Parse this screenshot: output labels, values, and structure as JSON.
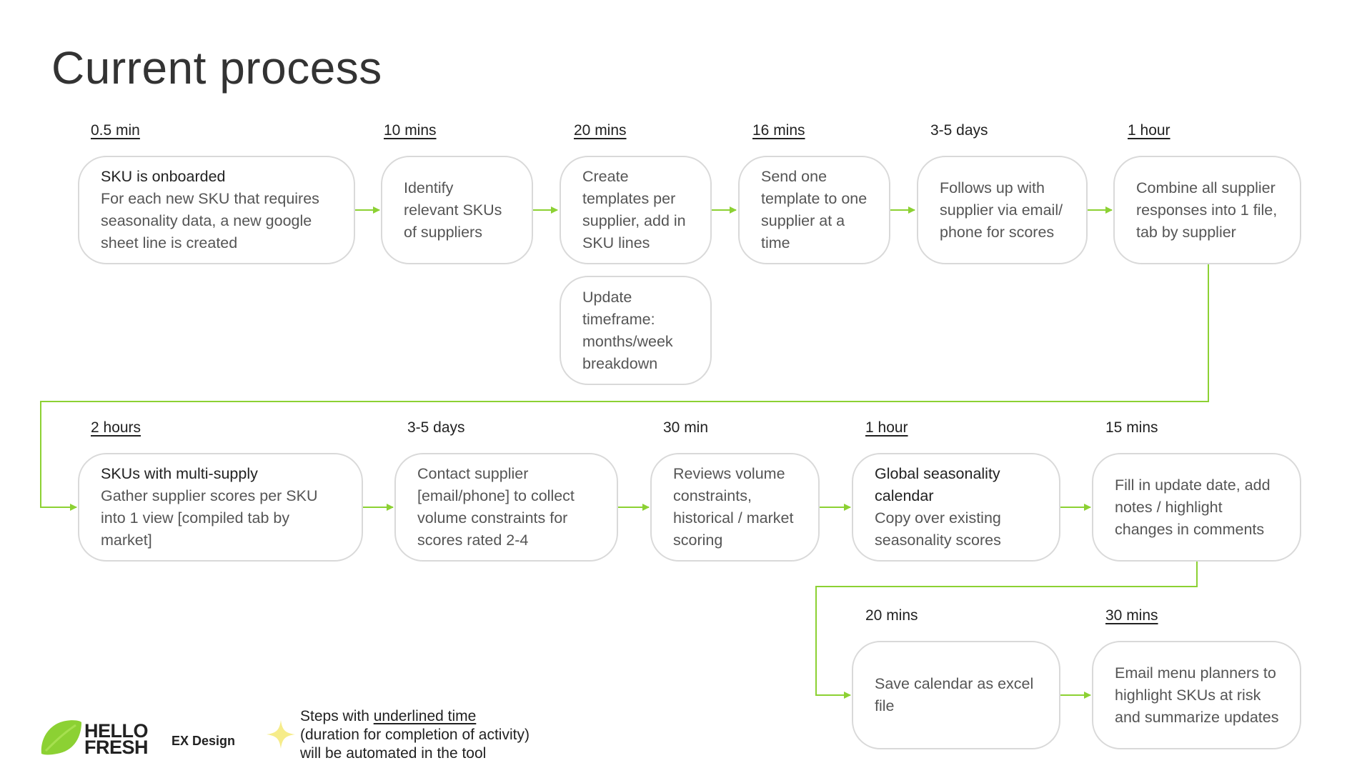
{
  "title": "Current process",
  "row1": [
    {
      "time": "0.5 min",
      "head": "SKU is onboarded",
      "body": "For each new SKU that requires seasonality data, a new google sheet line is created"
    },
    {
      "time": "10 mins",
      "head": "",
      "body": "Identify relevant SKUs of suppliers"
    },
    {
      "time": "20 mins",
      "head": "",
      "body": "Create templates per supplier, add in SKU lines"
    },
    {
      "time": "16 mins",
      "head": "",
      "body": "Send one template to one supplier at a time"
    },
    {
      "time": "3-5 days",
      "head": "",
      "body": "Follows up with supplier via email/ phone for scores"
    },
    {
      "time": "1 hour",
      "head": "",
      "body": "Combine all supplier responses into 1 file, tab by supplier"
    }
  ],
  "extra_box": {
    "body": "Update timeframe: months/week breakdown"
  },
  "row2": [
    {
      "time": "2 hours",
      "head": "SKUs with multi-supply",
      "body": "Gather supplier scores per SKU into 1 view [compiled tab by market]"
    },
    {
      "time": "3-5 days",
      "head": "",
      "body": "Contact supplier [email/phone] to collect volume constraints for scores rated 2-4"
    },
    {
      "time": "30 min",
      "head": "",
      "body": "Reviews volume constraints, historical / market scoring"
    },
    {
      "time": "1 hour",
      "head": "Global seasonality calendar",
      "body": "Copy over existing seasonality scores"
    },
    {
      "time": "15 mins",
      "head": "",
      "body": "Fill in update date, add notes / highlight changes in comments"
    }
  ],
  "row3": [
    {
      "time": "20 mins",
      "head": "",
      "body": "Save calendar as excel file"
    },
    {
      "time": "30 mins",
      "head": "",
      "body": "Email menu planners to highlight SKUs at risk and summarize updates"
    }
  ],
  "footer": {
    "logo_line1": "HELLO",
    "logo_line2": "FRESH",
    "ex_design": "EX Design",
    "legend_prefix": "Steps with ",
    "legend_underlined": "underlined time",
    "legend_line2": "(duration for completion of activity)",
    "legend_line3": "will be automated in the tool"
  },
  "colors": {
    "accent_green": "#8cd133",
    "box_border": "#d9d9d9",
    "sparkle": "#f6ec8a"
  }
}
